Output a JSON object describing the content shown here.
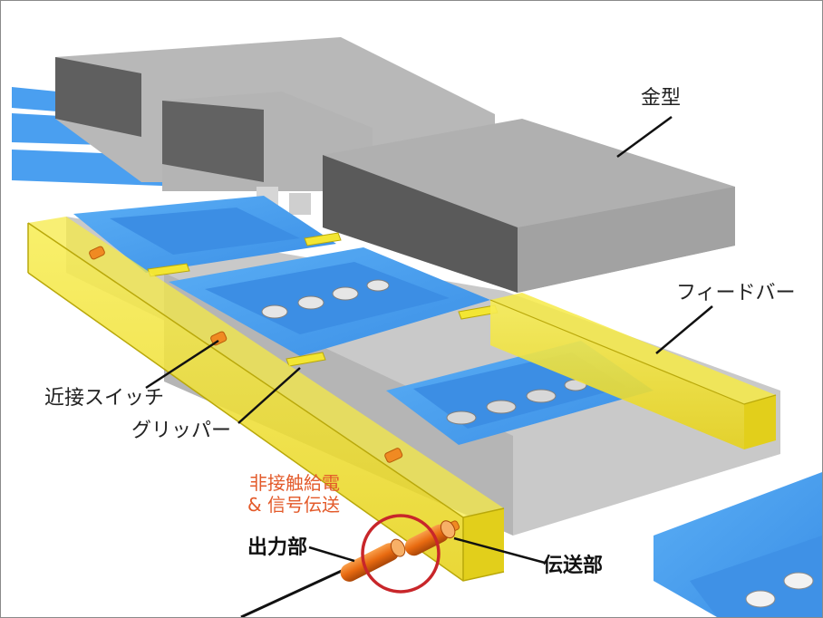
{
  "labels": {
    "die": "金型",
    "feed_bar": "フィードバー",
    "proximity_switch": "近接スイッチ",
    "gripper": "グリッパー",
    "contactless_power": "非接触給電",
    "signal_transfer": "& 信号伝送",
    "output_unit": "出力部",
    "transmission_unit": "伝送部"
  },
  "colors": {
    "die": "#a9a9a9",
    "blank": "#4a9ff0",
    "feed_bar": "#f3e633",
    "sensor": "#f07a19",
    "highlight_circle": "#c8262a"
  }
}
